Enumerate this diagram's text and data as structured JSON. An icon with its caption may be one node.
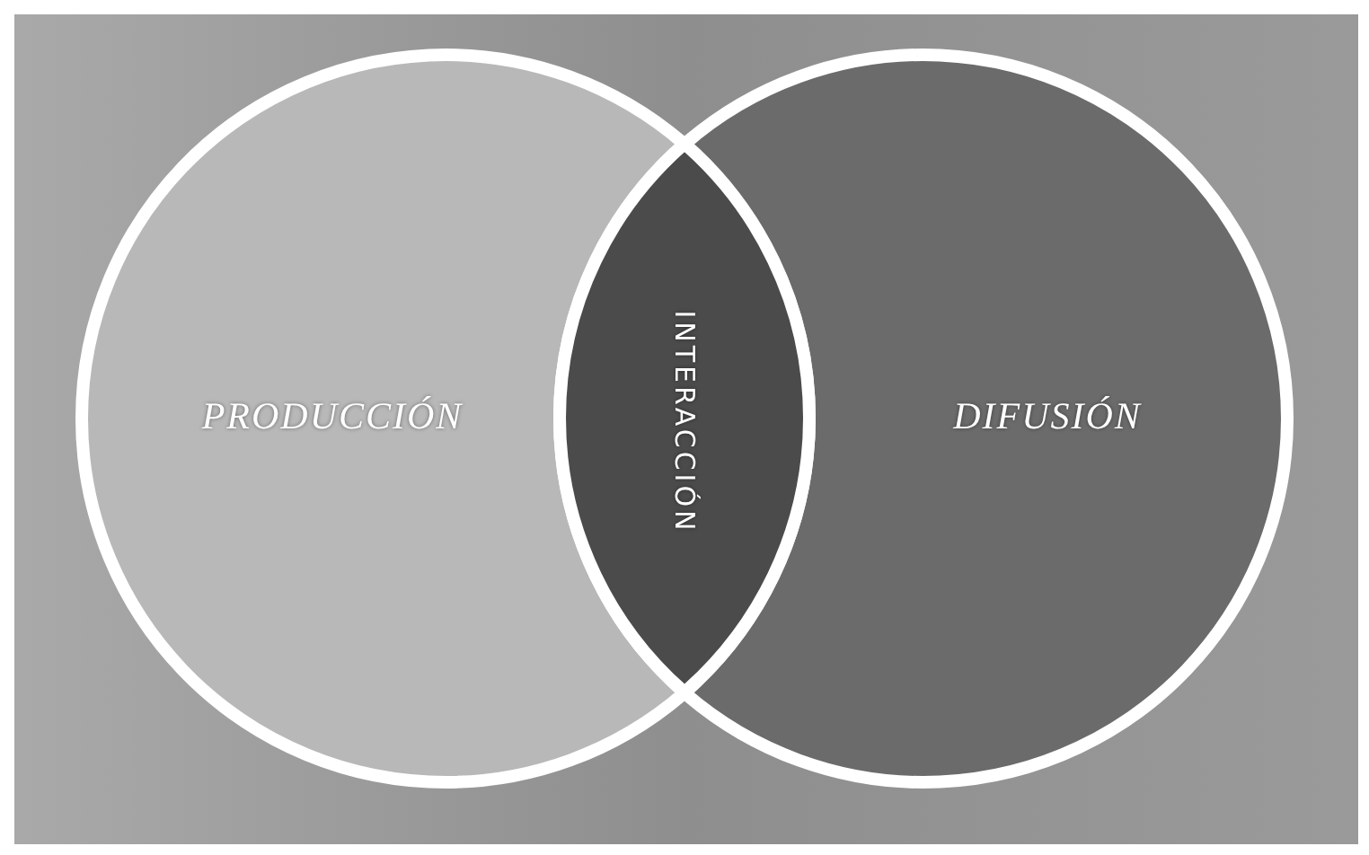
{
  "diagram": {
    "nodes": [
      {
        "text": [
          "PRODUCCIÓN"
        ]
      },
      {
        "text": [
          "DIFUSIÓN"
        ]
      },
      {
        "text": [
          "INTERACCIÓN"
        ]
      }
    ]
  }
}
